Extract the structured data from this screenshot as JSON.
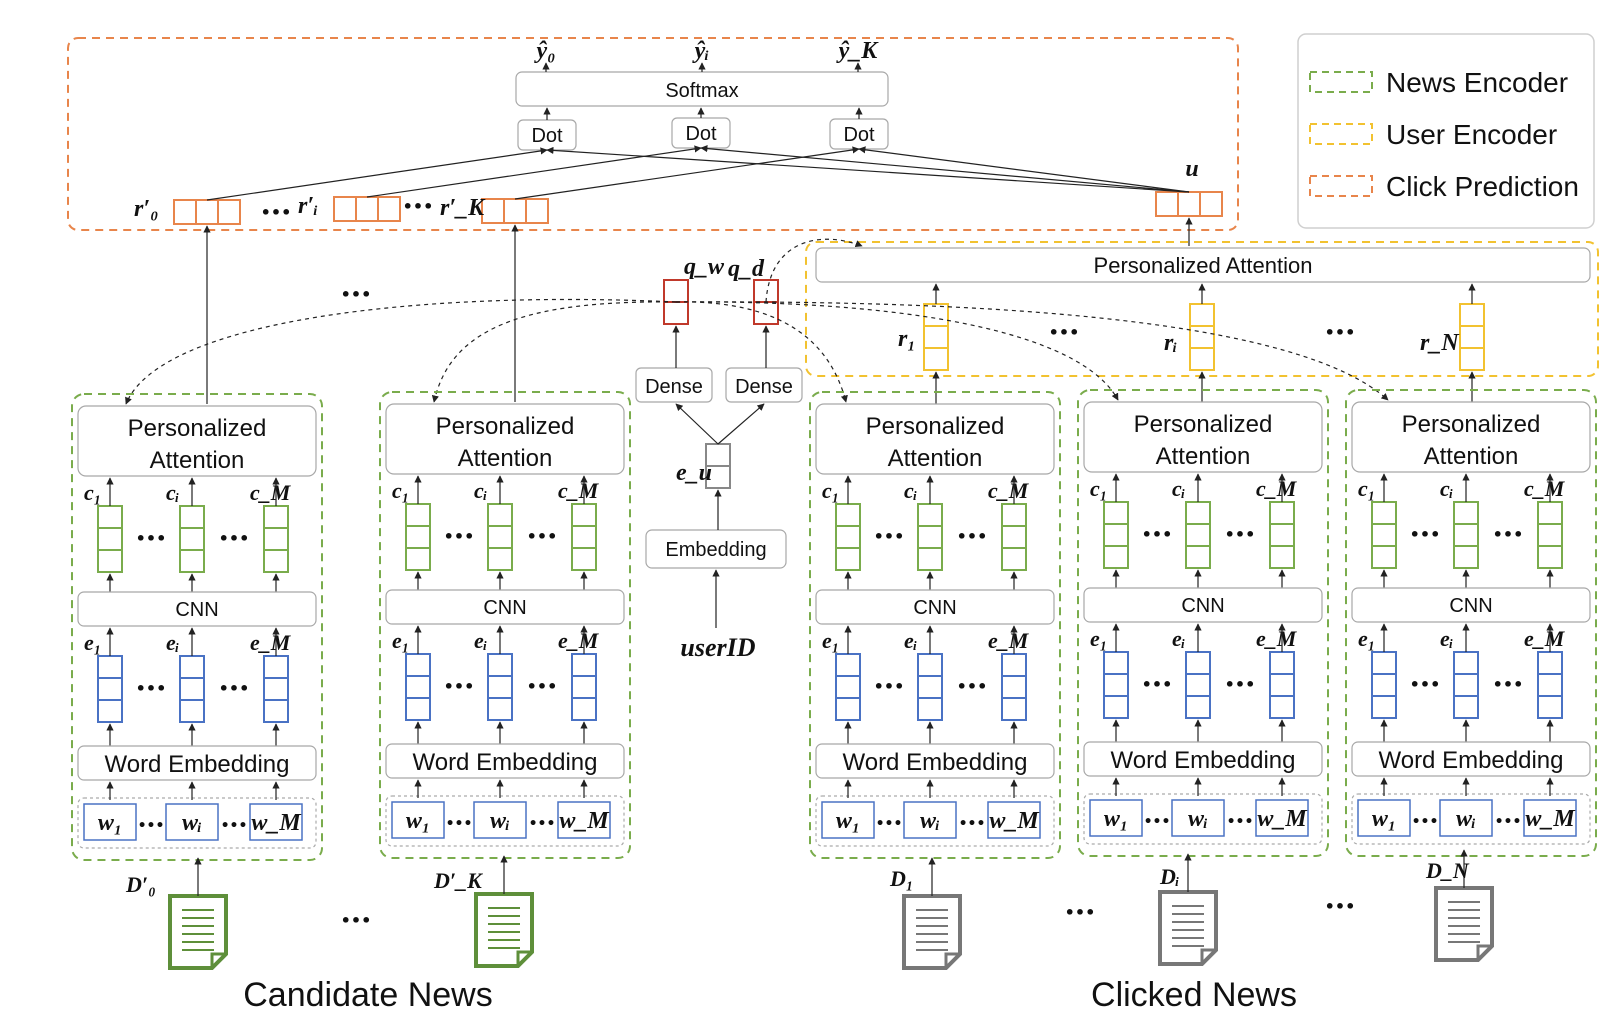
{
  "legend": {
    "news_encoder": "News Encoder",
    "user_encoder": "User Encoder",
    "click_prediction": "Click Prediction",
    "colors": {
      "news": "#7aac4c",
      "user": "#f2c230",
      "click": "#e8854b"
    }
  },
  "top": {
    "softmax": "Softmax",
    "dot": "Dot",
    "y0": "ŷ₀",
    "yi": "ŷᵢ",
    "yK": "ŷ_K",
    "u": "u",
    "r0": "r′₀",
    "ri": "r′ᵢ",
    "rK": "r′_K"
  },
  "center": {
    "qw": "q_w",
    "qd": "q_d",
    "dense": "Dense",
    "eu": "e_u",
    "embedding": "Embedding",
    "userid": "userID"
  },
  "user_encoder": {
    "pers_att": "Personalized Attention",
    "r1": "r₁",
    "ri": "rᵢ",
    "rN": "r_N"
  },
  "encoder": {
    "pers_att_line1": "Personalized",
    "pers_att_line2": "Attention",
    "cnn": "CNN",
    "word_emb": "Word Embedding",
    "c1": "c₁",
    "ci": "cᵢ",
    "cM": "c_M",
    "e1": "e₁",
    "ei": "eᵢ",
    "eM": "e_M",
    "w1": "w₁",
    "wi": "wᵢ",
    "wM": "w_M"
  },
  "docs": {
    "d0": "D′₀",
    "dK": "D′_K",
    "d1": "D₁",
    "di": "Dᵢ",
    "dN": "D_N"
  },
  "captions": {
    "candidate": "Candidate News",
    "clicked": "Clicked News"
  },
  "ellipsis": "•••"
}
